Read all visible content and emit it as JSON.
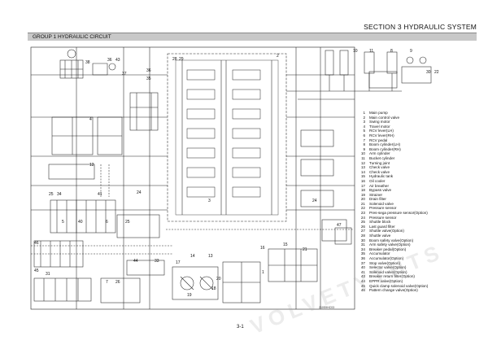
{
  "header": {
    "section_title": "SECTION 3 HYDRAULIC SYSTEM",
    "group_title": "GROUP 1 HYDRAULIC CIRCUIT"
  },
  "legend": [
    {
      "no": "1",
      "label": "Main pump"
    },
    {
      "no": "2",
      "label": "Main control valve"
    },
    {
      "no": "3",
      "label": "Swing motor"
    },
    {
      "no": "4",
      "label": "Travel motor"
    },
    {
      "no": "5",
      "label": "RCV lever(LH)"
    },
    {
      "no": "6",
      "label": "RCV lever(RH)"
    },
    {
      "no": "7",
      "label": "RCV pedal"
    },
    {
      "no": "8",
      "label": "Boom cylinder(LH)"
    },
    {
      "no": "9",
      "label": "Boom cylinder(RH)"
    },
    {
      "no": "10",
      "label": "Arm cylinder"
    },
    {
      "no": "11",
      "label": "Bucket cylinder"
    },
    {
      "no": "12",
      "label": "Turning joint"
    },
    {
      "no": "13",
      "label": "Check valve"
    },
    {
      "no": "14",
      "label": "Check valve"
    },
    {
      "no": "15",
      "label": "Hydraulic tank"
    },
    {
      "no": "16",
      "label": "Oil cooler"
    },
    {
      "no": "17",
      "label": "Air breather"
    },
    {
      "no": "18",
      "label": "Bypass valve"
    },
    {
      "no": "19",
      "label": "Strainer"
    },
    {
      "no": "20",
      "label": "Drain filter"
    },
    {
      "no": "21",
      "label": "Solenoid valve"
    },
    {
      "no": "22",
      "label": "Pressure sensor"
    },
    {
      "no": "23",
      "label": "Pres-sega pressure sensor(Option)"
    },
    {
      "no": "24",
      "label": "Pressure sensor"
    },
    {
      "no": "25",
      "label": "Shuttle block"
    },
    {
      "no": "26",
      "label": "Last guard filter"
    },
    {
      "no": "27",
      "label": "Shuttle valve(Option)"
    },
    {
      "no": "28",
      "label": "Shuttle valve"
    },
    {
      "no": "30",
      "label": "Boom safety valve(Option)"
    },
    {
      "no": "31",
      "label": "Arm safety valve(Option)"
    },
    {
      "no": "34",
      "label": "Breaker pedal(Option)"
    },
    {
      "no": "35",
      "label": "Accumulator"
    },
    {
      "no": "36",
      "label": "Accumulator(Option)"
    },
    {
      "no": "37",
      "label": "Stop valve(Option)"
    },
    {
      "no": "40",
      "label": "Selector valve(Option)"
    },
    {
      "no": "41",
      "label": "Solenoid valve(Option)"
    },
    {
      "no": "43",
      "label": "Breaker return filter(Option)"
    },
    {
      "no": "44",
      "label": "EPPR valve(Option)"
    },
    {
      "no": "45",
      "label": "Quick clamp solenoid valve(Option)"
    },
    {
      "no": "46",
      "label": "Pattern change valve(Option)"
    }
  ],
  "diagram_labels": {
    "l1": "1",
    "l2": "2",
    "l3": "3",
    "l4": "4",
    "l5": "5",
    "l6": "6",
    "l7": "7",
    "l8": "8",
    "l9": "9",
    "l10": "10",
    "l11": "11",
    "l12": "12",
    "l13": "13",
    "l14": "14",
    "l15": "15",
    "l16": "16",
    "l17": "17",
    "l18": "18",
    "l19": "19",
    "l20": "20",
    "l21": "21",
    "l22": "22",
    "l24": "24",
    "l25": "25",
    "l26": "26",
    "l28": "28",
    "l29": "29",
    "l30": "30",
    "l31": "31",
    "l33": "33",
    "l34": "34",
    "l35": "35",
    "l36": "36",
    "l37": "37",
    "l38": "38",
    "l40": "40",
    "l41": "41",
    "l43": "43",
    "l44": "44",
    "l45": "45",
    "l46": "46",
    "l47": "47"
  },
  "drawing_code": "210S9HC03",
  "page_number": "3-1",
  "watermark_text": "VOLVETYTHTS"
}
